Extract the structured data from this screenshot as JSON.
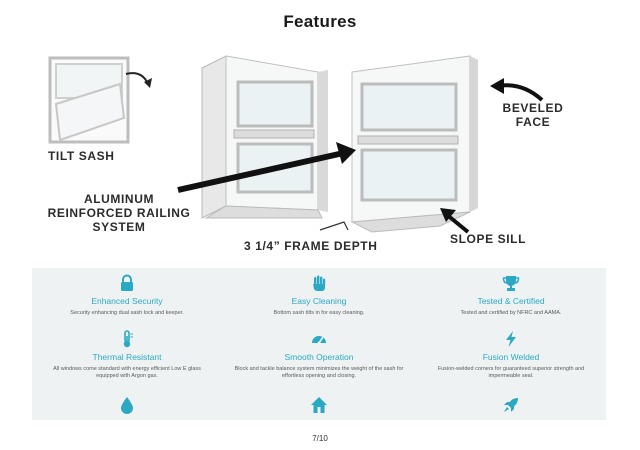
{
  "title": "Features",
  "callouts": {
    "tilt_sash": "TILT SASH",
    "aluminum": "ALUMINUM REINFORCED RAILING SYSTEM",
    "beveled": "BEVELED FACE",
    "frame_depth": "3 1/4” FRAME DEPTH",
    "slope_sill": "SLOPE SILL"
  },
  "accent_color": "#2ba9c4",
  "features": [
    {
      "icon": "lock-icon",
      "name": "Enhanced Security",
      "desc": "Security enhancing dual sash lock and keeper."
    },
    {
      "icon": "hand-icon",
      "name": "Easy Cleaning",
      "desc": "Bottom sash tilts in for easy cleaning."
    },
    {
      "icon": "trophy-icon",
      "name": "Tested & Certified",
      "desc": "Tested and certified by NFRC and AAMA."
    },
    {
      "icon": "thermometer-icon",
      "name": "Thermal Resistant",
      "desc": "All windows come standard with energy efficient Low E glass equipped with Argon gas."
    },
    {
      "icon": "gauge-icon",
      "name": "Smooth Operation",
      "desc": "Block and tackle balance system minimizes the weight of the sash for effortless opening and closing."
    },
    {
      "icon": "lightning-icon",
      "name": "Fusion Welded",
      "desc": "Fusion-welded corners for guaranteed superior strength and impermeable seal."
    },
    {
      "icon": "water-drop-icon",
      "name": "",
      "desc": ""
    },
    {
      "icon": "house-icon",
      "name": "",
      "desc": ""
    },
    {
      "icon": "rocket-icon",
      "name": "",
      "desc": ""
    }
  ],
  "page_number": "7/10"
}
